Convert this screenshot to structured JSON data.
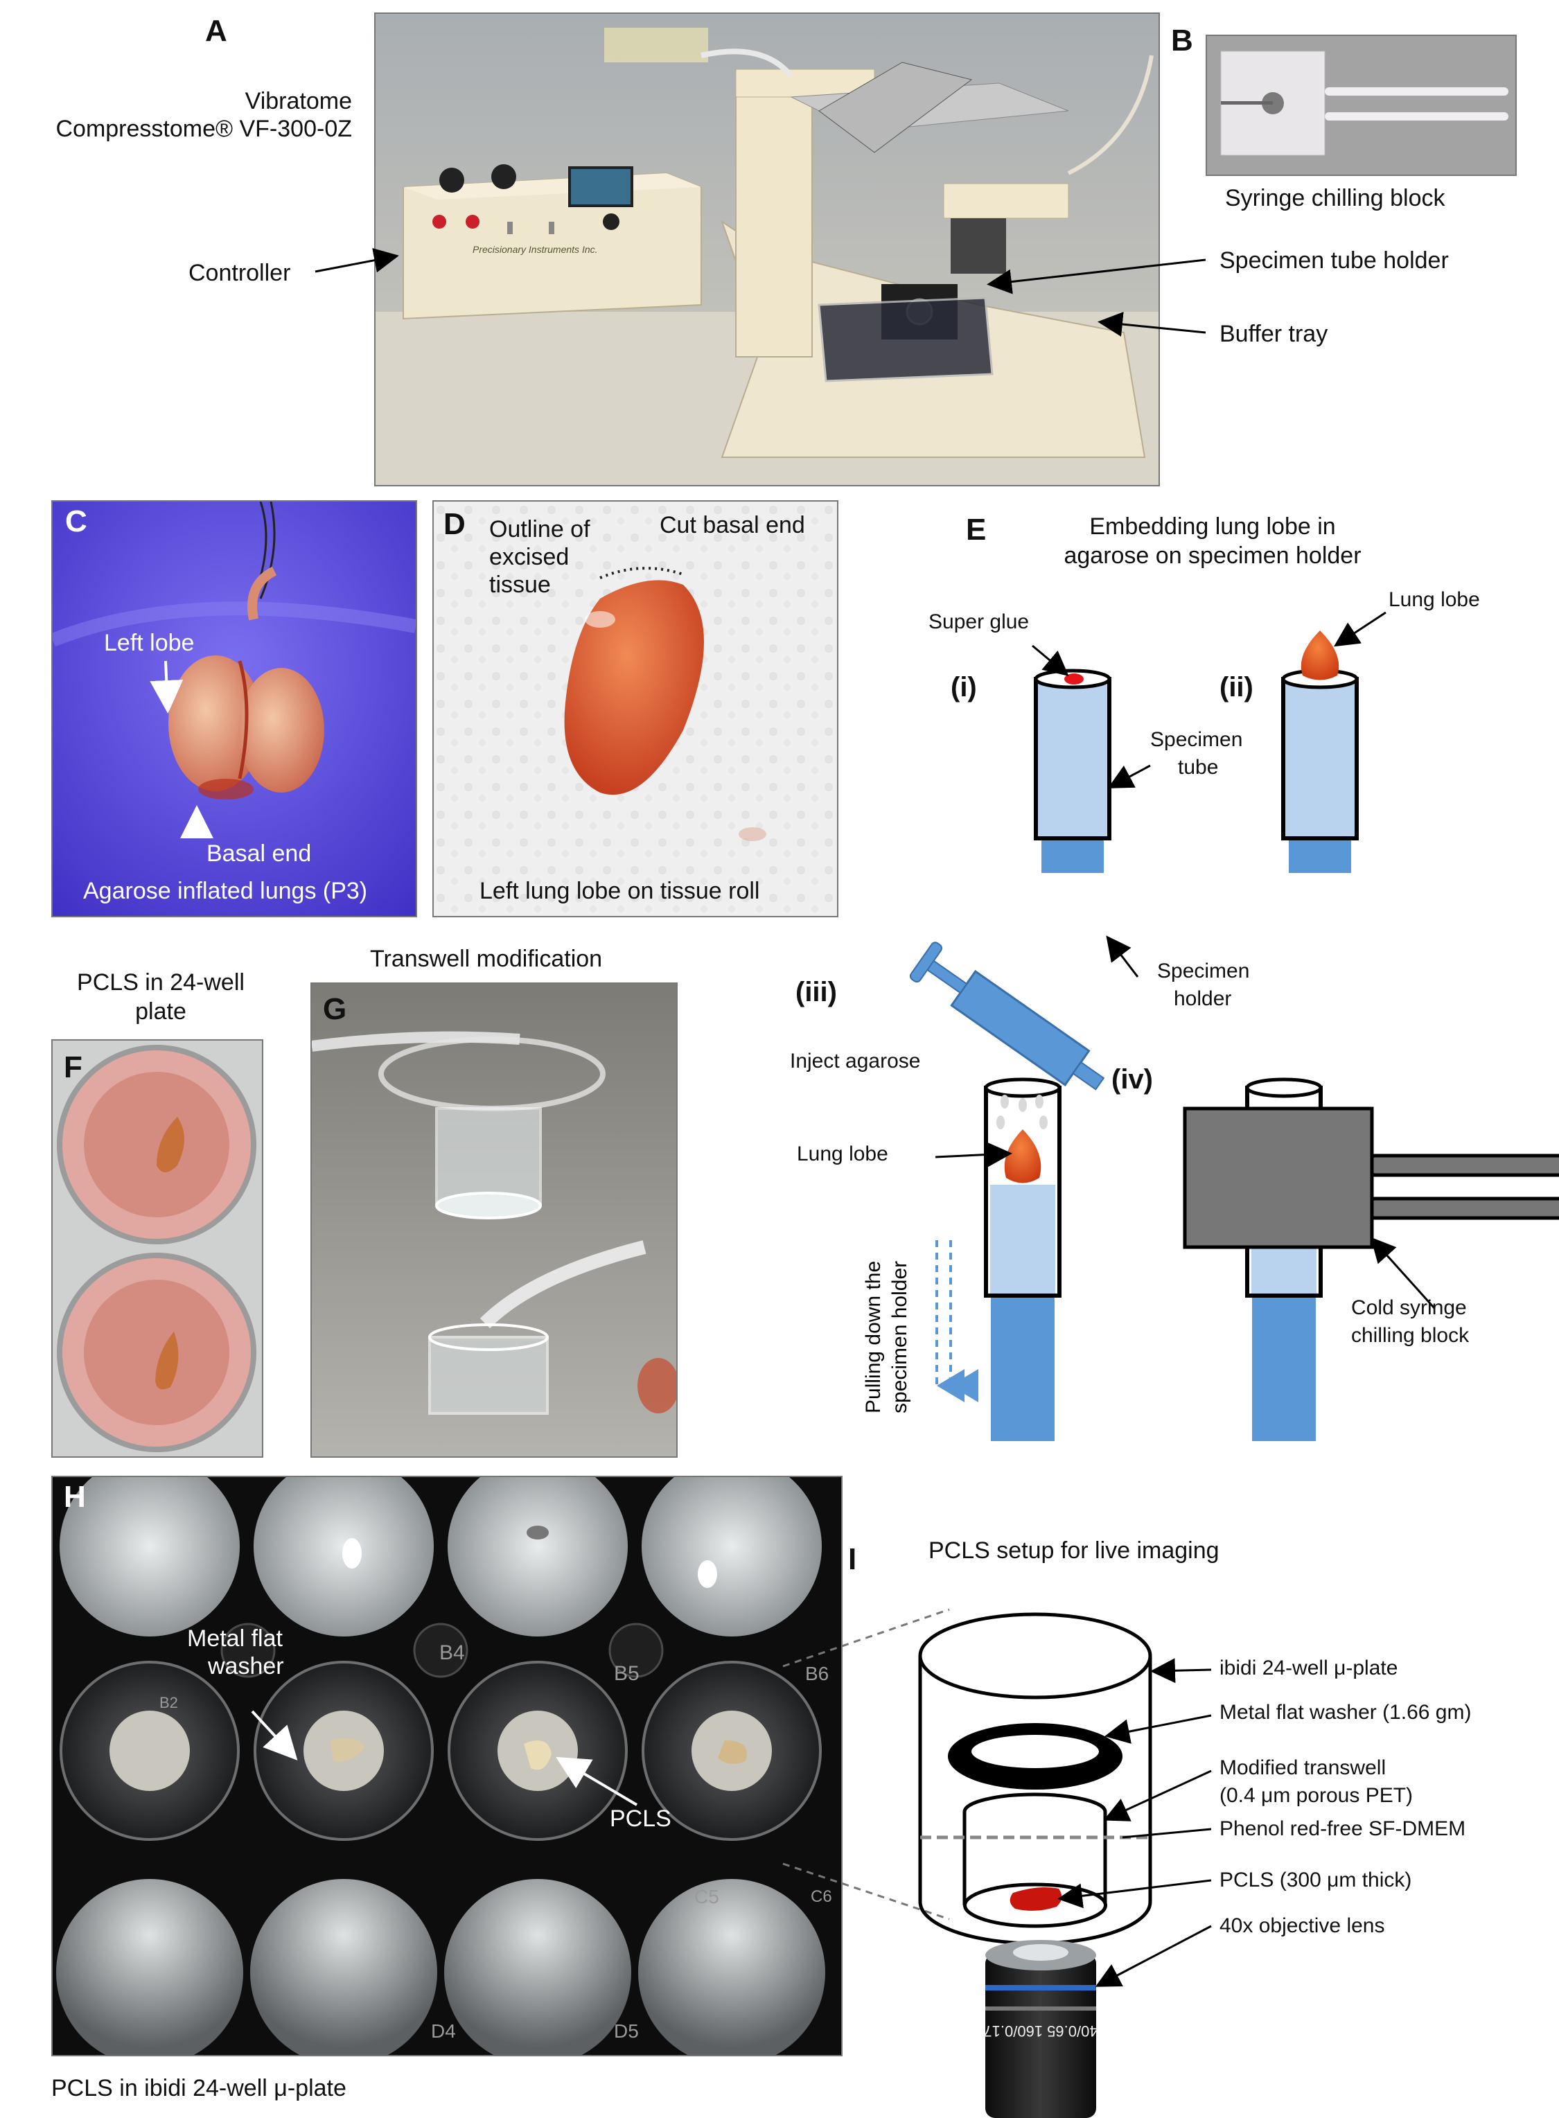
{
  "panels": {
    "A": {
      "letter": "A",
      "device_line1": "Vibratome",
      "device_line2": "Compresstome® VF-300-0Z",
      "controller": "Controller",
      "specimen_tube_holder": "Specimen tube holder",
      "buffer_tray": "Buffer tray",
      "brand_text": "Precisionary Instruments Inc."
    },
    "B": {
      "letter": "B",
      "caption": "Syringe chilling block"
    },
    "C": {
      "letter": "C",
      "left_lobe": "Left lobe",
      "basal_end": "Basal end",
      "caption": "Agarose inflated lungs (P3)"
    },
    "D": {
      "letter": "D",
      "outline_line1": "Outline of",
      "outline_line2": "excised",
      "outline_line3": "tissue",
      "cut_basal_end": "Cut basal  end",
      "caption": "Left lung lobe on tissue roll"
    },
    "E": {
      "letter": "E",
      "title_line1": "Embedding lung lobe in",
      "title_line2": "agarose on specimen holder",
      "step_i": "(i)",
      "step_ii": "(ii)",
      "step_iii": "(iii)",
      "step_iv": "(iv)",
      "super_glue": "Super glue",
      "lung_lobe_top": "Lung lobe",
      "specimen_tube_line1": "Specimen",
      "specimen_tube_line2": "tube",
      "specimen_holder_line1": "Specimen",
      "specimen_holder_line2": "holder",
      "inject_agarose": "Inject agarose",
      "lung_lobe_mid": "Lung lobe",
      "pulling_line1": "Pulling down the",
      "pulling_line2": "specimen holder",
      "cold_block_line1": "Cold syringe",
      "cold_block_line2": "chilling block"
    },
    "F": {
      "letter": "F",
      "title_line1": "PCLS in 24-well",
      "title_line2": "plate"
    },
    "G": {
      "letter": "G",
      "title": "Transwell modification"
    },
    "H": {
      "letter": "H",
      "washer_line1": "Metal flat",
      "washer_line2": "washer",
      "pcls": "PCLS",
      "caption": "PCLS in ibidi 24-well μ-plate",
      "well_labels": [
        "B2",
        "B4",
        "B5",
        "B6",
        "C5",
        "C6",
        "D4",
        "D5"
      ]
    },
    "I": {
      "letter": "I",
      "title": "PCLS setup for live imaging",
      "plate": "ibidi 24-well μ-plate",
      "washer": "Metal flat washer  (1.66 gm)",
      "transwell_line1": "Modified transwell",
      "transwell_line2": "(0.4 μm porous PET)",
      "medium": "Phenol red-free SF-DMEM",
      "pcls": "PCLS (300 μm thick)",
      "objective": "40x objective lens",
      "lens_text": "40/0.65 160/0.17"
    }
  },
  "colors": {
    "tube_blue": "#b9d3ee",
    "holder_blue": "#5a97d6",
    "glove_purple": "#5a47e0",
    "tissue_red": "#d4421c",
    "glue_red": "#e8141b",
    "block_gray": "#777777",
    "pcls_red": "#c8160e"
  }
}
